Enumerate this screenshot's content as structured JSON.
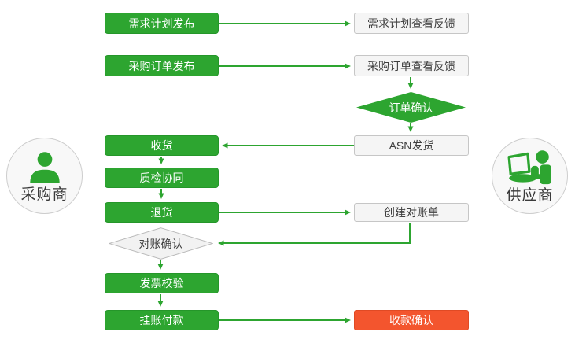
{
  "palette": {
    "process_green": "#2da530",
    "highlight_red": "#f3552e",
    "neutral_box_bg": "#f5f5f5",
    "neutral_box_border": "#c6c6c6",
    "dark_text": "#3f3f3f",
    "light_text": "#ffffff"
  },
  "actors": {
    "buyer": {
      "label": "采购商",
      "icon": "buyer-person-icon"
    },
    "supplier": {
      "label": "供应商",
      "icon": "supplier-laptop-person-icon"
    }
  },
  "nodes": {
    "demand_publish": {
      "label": "需求计划发布",
      "type": "process",
      "owner": "buyer"
    },
    "demand_feedback": {
      "label": "需求计划查看反馈",
      "type": "process",
      "owner": "supplier"
    },
    "po_publish": {
      "label": "采购订单发布",
      "type": "process",
      "owner": "buyer"
    },
    "po_feedback": {
      "label": "采购订单查看反馈",
      "type": "process",
      "owner": "supplier"
    },
    "order_confirm": {
      "label": "订单确认",
      "type": "decision",
      "owner": "supplier"
    },
    "asn_ship": {
      "label": "ASN发货",
      "type": "process",
      "owner": "supplier"
    },
    "receive": {
      "label": "收货",
      "type": "process",
      "owner": "buyer"
    },
    "quality_collab": {
      "label": "质检协同",
      "type": "process",
      "owner": "buyer"
    },
    "return_goods": {
      "label": "退货",
      "type": "process",
      "owner": "buyer"
    },
    "create_statement": {
      "label": "创建对账单",
      "type": "process",
      "owner": "supplier"
    },
    "statement_confirm": {
      "label": "对账确认",
      "type": "decision",
      "owner": "buyer"
    },
    "invoice_verify": {
      "label": "发票校验",
      "type": "process",
      "owner": "buyer"
    },
    "payment_on_account": {
      "label": "挂账付款",
      "type": "process",
      "owner": "buyer"
    },
    "receipt_confirm": {
      "label": "收款确认",
      "type": "process-highlight",
      "owner": "supplier"
    }
  }
}
